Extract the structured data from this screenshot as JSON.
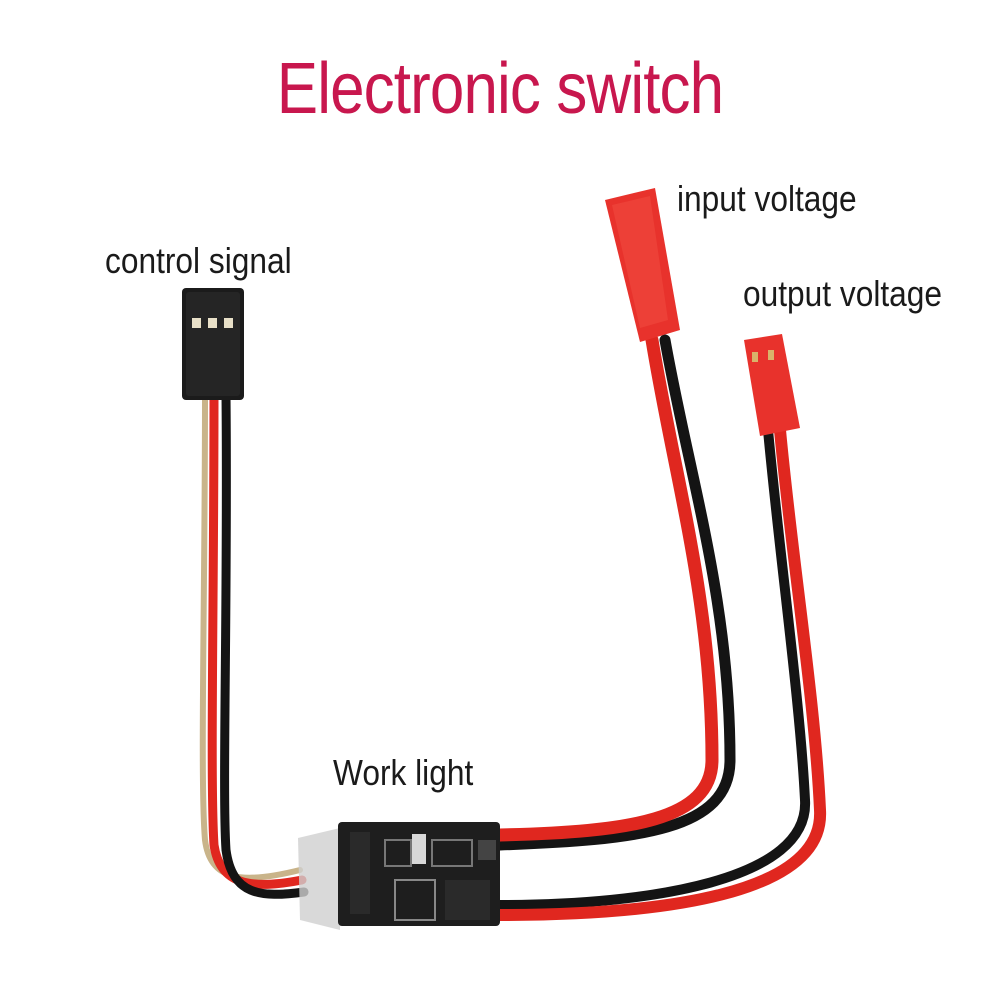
{
  "title": "Electronic switch",
  "labels": {
    "control_signal": "control signal",
    "input_voltage": "input voltage",
    "output_voltage": "output voltage",
    "work_light": "Work light"
  },
  "colors": {
    "title": "#c8174e",
    "wire_red": "#e0271f",
    "wire_black": "#141414",
    "connector_red": "#e8322c",
    "connector_black": "#1b1b1b",
    "pcb": "#1e1e1e"
  }
}
